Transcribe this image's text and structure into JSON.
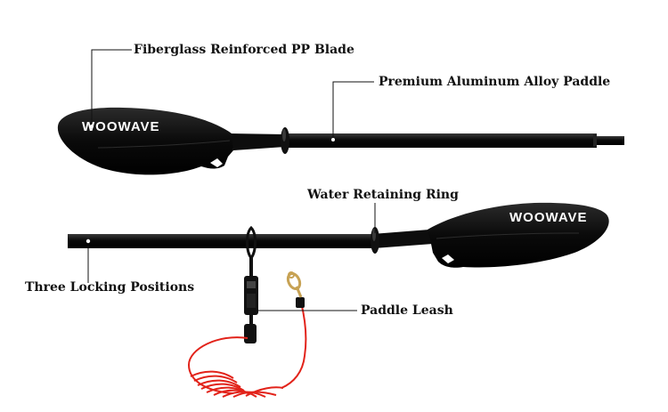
{
  "callouts": {
    "blade": "Fiberglass Reinforced PP Blade",
    "shaft": "Premium Aluminum Alloy Paddle",
    "ring": "Water Retaining Ring",
    "locking": "Three Locking Positions",
    "leash": "Paddle Leash"
  },
  "brand": {
    "logo_text": "WOOWAVE"
  },
  "colors": {
    "paddle_black": "#0b0b0b",
    "line": "#111111",
    "leash_red": "#e2231a",
    "clip_gold": "#c7a254"
  }
}
